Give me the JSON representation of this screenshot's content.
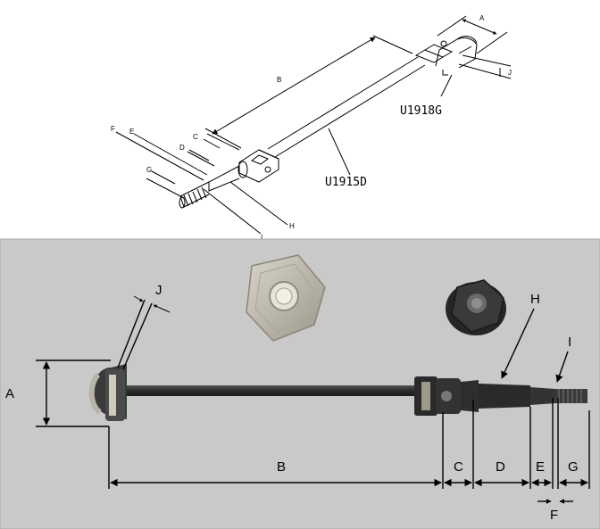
{
  "sketch": {
    "part_numbers": {
      "yoke": "U1918G",
      "shaft": "U1915D"
    },
    "dimension_labels": {
      "A": "A",
      "B": "B",
      "C": "C",
      "D": "D",
      "E": "E",
      "F": "F",
      "G": "G",
      "H": "H",
      "I": "I",
      "J": "J"
    }
  },
  "photo": {
    "dimension_labels": {
      "A": "A",
      "B": "B",
      "C": "C",
      "D": "D",
      "E": "E",
      "F": "F",
      "G": "G",
      "H": "H",
      "I": "I",
      "J": "J"
    }
  },
  "colors": {
    "photo_background": "#c9c9c9",
    "metal_dark": "#2e2e2e",
    "metal_light": "#b8b4a8"
  }
}
